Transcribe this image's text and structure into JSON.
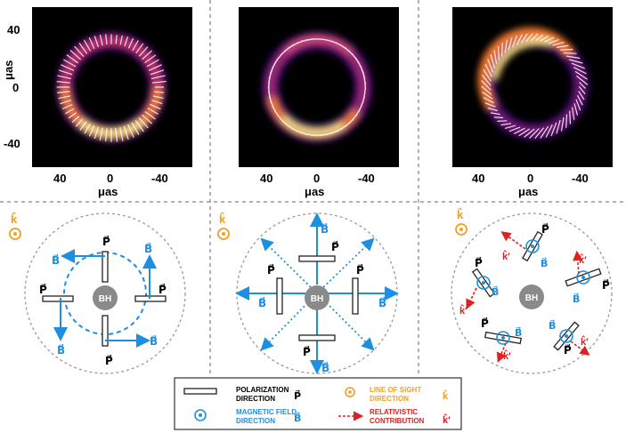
{
  "top_panels": [
    {
      "y_ticks": [
        "40",
        "0",
        "-40"
      ],
      "y_axis_label": "μas",
      "x_ticks": [
        "40",
        "0",
        "-40"
      ],
      "x_axis_label": "μas"
    },
    {
      "x_ticks": [
        "40",
        "0",
        "-40"
      ],
      "x_axis_label": "μas"
    },
    {
      "x_ticks": [
        "40",
        "0",
        "-40"
      ],
      "x_axis_label": "μas"
    }
  ],
  "bottom_panels": {
    "bh_label": "BH",
    "los_symbol": "k̂",
    "p_symbol": "P⃗",
    "b_symbol": "B⃗",
    "kprime_symbol": "k̂′"
  },
  "legend": {
    "polarization_line1": "POLARIZATION",
    "polarization_line2": "DIRECTION",
    "polarization_symbol": "P⃗",
    "magnetic_line1": "MAGNETIC FIELD",
    "magnetic_line2": "DIRECTION",
    "magnetic_symbol": "B⃗",
    "los_line1": "LINE OF SIGHT",
    "los_line2": "DIRECTION",
    "los_symbol": "k̂",
    "rel_line1": "RELATIVISTIC",
    "rel_line2": "CONTRIBUTION",
    "rel_symbol": "k̂′"
  },
  "colors": {
    "blue": "#1e8fe0",
    "orange": "#f0a020",
    "red": "#e02020",
    "bh_gray": "#8a8a8a",
    "dashed_gray": "#9a9a9a"
  }
}
